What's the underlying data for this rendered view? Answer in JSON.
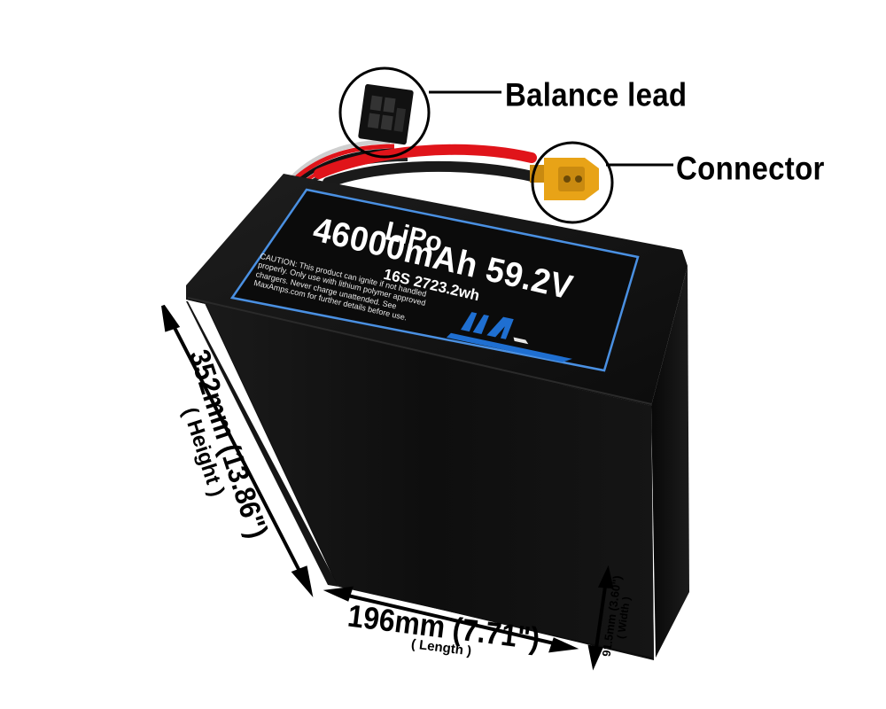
{
  "callouts": {
    "balance_lead": "Balance lead",
    "connector": "Connector"
  },
  "dimensions": {
    "height_value": "352mm (13.86\")",
    "height_label": "( Height )",
    "length_value": "196mm (7.71\")",
    "length_label": "( Length )",
    "width_value": "91.5mm (3.60\")",
    "width_label": "( Width )"
  },
  "battery_label": {
    "chemistry": "LiPo",
    "capacity_voltage": "46000mAh 59.2V",
    "config_energy": "16S 2723.2wh",
    "caution": "CAUTION: This product can ignite if not handled properly. Only use with lithium polymer approved chargers. Never charge unattended. See MaxAmps.com for further details before use.",
    "logo_icon": "maxamps-logo-icon"
  },
  "colors": {
    "battery_body": "#0a0a0a",
    "label_border": "#4a90e2",
    "wire_red": "#e0141a",
    "connector_yellow": "#e8a317",
    "logo_blue": "#1f6fd1"
  }
}
